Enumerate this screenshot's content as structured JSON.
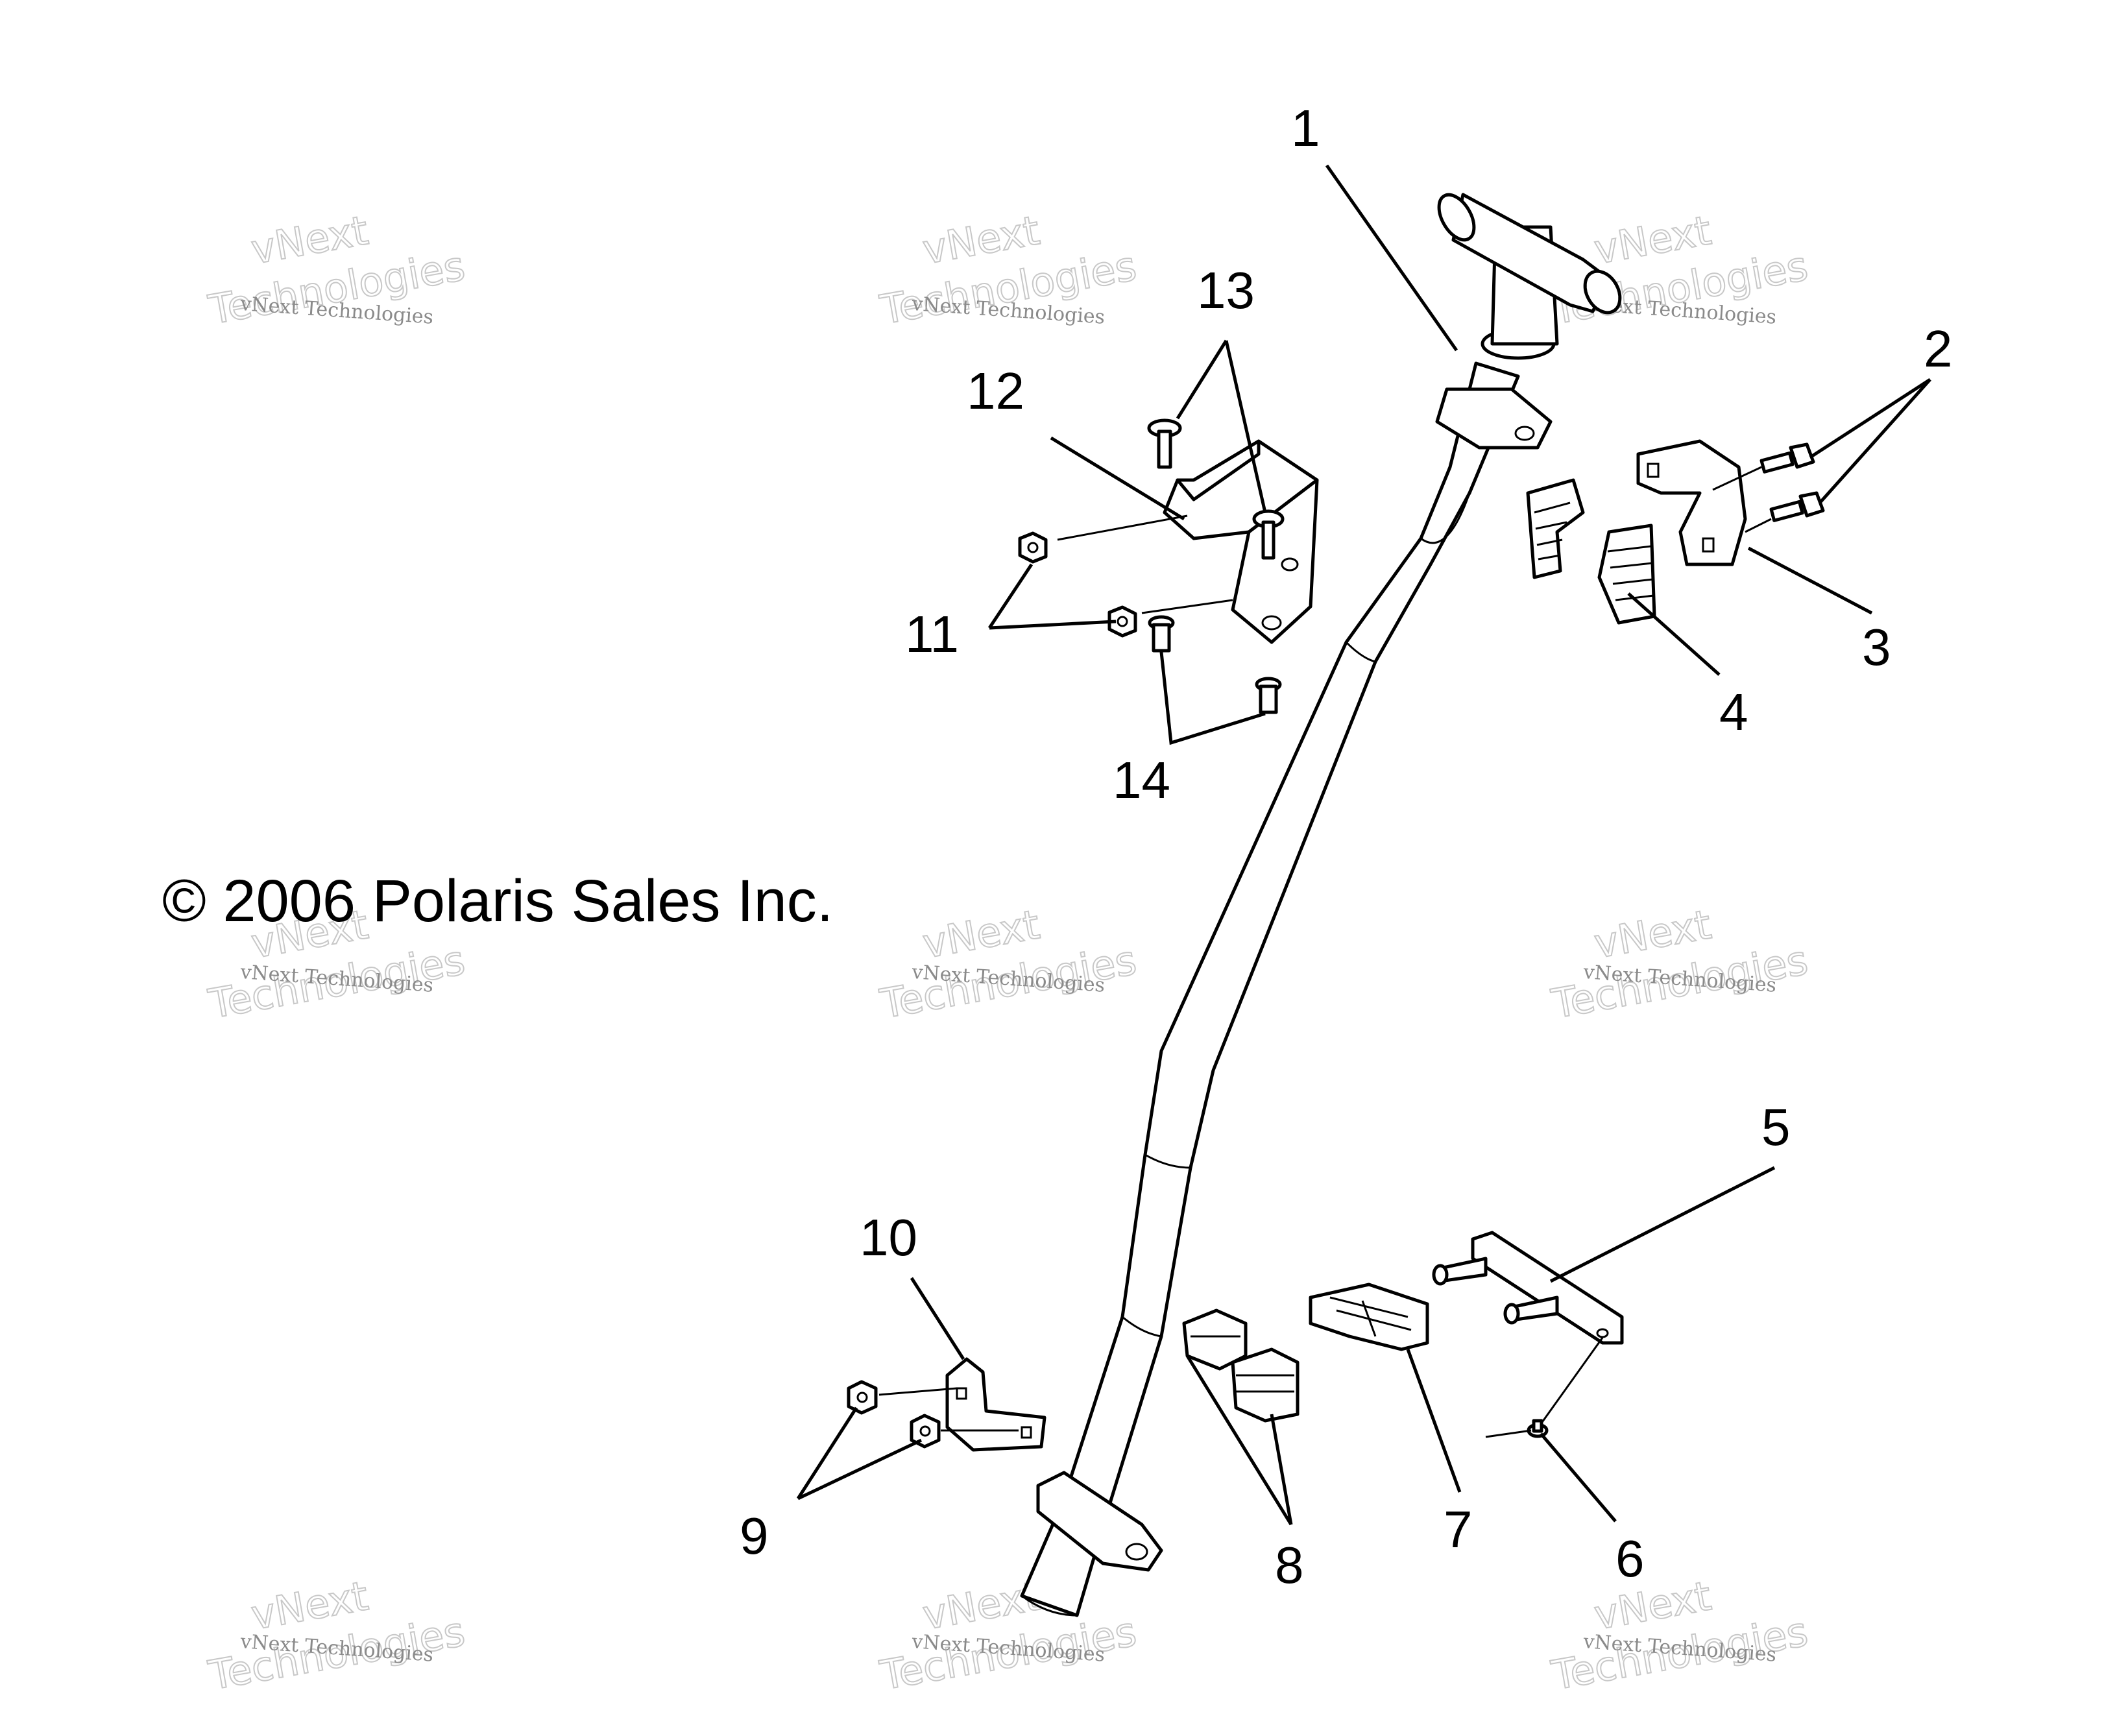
{
  "copyright": "© 2006 Polaris Sales Inc.",
  "watermark": {
    "line1": "vNext Technologies",
    "line2": "vNext",
    "line3": "Technologies"
  },
  "callouts": {
    "c1": "1",
    "c2": "2",
    "c3": "3",
    "c4": "4",
    "c5": "5",
    "c6": "6",
    "c7": "7",
    "c8": "8",
    "c9": "9",
    "c10": "10",
    "c11": "11",
    "c12": "12",
    "c13": "13",
    "c14": "14"
  }
}
